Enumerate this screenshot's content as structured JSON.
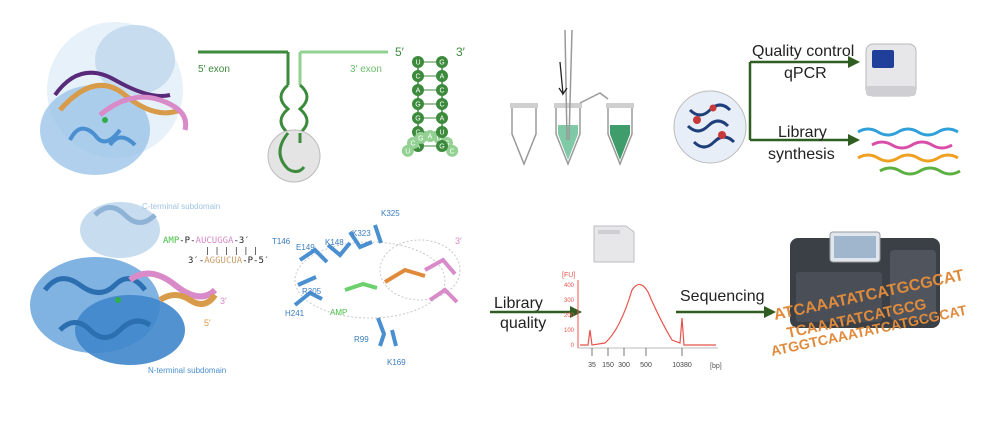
{
  "intron": {
    "left_label": "5′ exon",
    "right_label": "3′ exon",
    "hairpin_5": "5′",
    "hairpin_3": "3′",
    "hairpin_bases": [
      "U",
      "C",
      "A",
      "G",
      "G",
      "C",
      "A",
      "U",
      "C",
      "G",
      "A",
      "U",
      "G",
      "C",
      "G",
      "U",
      "A",
      "C",
      "C",
      "A",
      "G"
    ]
  },
  "qc": {
    "quality_control": "Quality control",
    "qpcr": "qPCR",
    "library": "Library",
    "synthesis": "synthesis"
  },
  "structure": {
    "c_terminal": "C-terminal subdomain",
    "n_terminal": "N-terminal subdomain",
    "seq_top_amp": "AMP",
    "seq_top_p": "-P-",
    "seq_top_rna": "AUCUGGA",
    "seq_top_end": "-3′",
    "seq_bars": "| | | | | |",
    "seq_bottom_start": "3′-",
    "seq_bottom_rna": "AGGUCUA",
    "seq_bottom_end": "-P-5′",
    "label_3": "3′",
    "label_5": "5′"
  },
  "active_site": {
    "residues": [
      "T146",
      "E149",
      "K148",
      "K323",
      "K325",
      "R305",
      "H241",
      "AMP",
      "R99",
      "K169"
    ],
    "label_3": "3′"
  },
  "library_quality": {
    "line1": "Library",
    "line2": "quality"
  },
  "bioanalyzer": {
    "y_unit": "[FU]",
    "y_ticks": [
      "400",
      "300",
      "200",
      "100",
      "0"
    ],
    "x_ticks": [
      "35",
      "150",
      "300",
      "500",
      "10380"
    ],
    "x_unit": "[bp]"
  },
  "sequencing": {
    "label": "Sequencing",
    "reads": [
      "ATCAAATATCATGCGCAT",
      "TCAAATATCATGCG",
      "ATGGTCAAATATCATGCGCAT"
    ]
  },
  "colors": {
    "green_dark": "#3c8a3c",
    "green_light": "#93d193",
    "protein_blue": "#4a8fd0",
    "protein_light": "#bcd6ee",
    "rna_pink": "#d98ac8",
    "rna_orange": "#d89b4a",
    "arrow_dark": "#2f5d22",
    "seq_orange": "#e08a3c",
    "trace_red": "#e8534c"
  }
}
